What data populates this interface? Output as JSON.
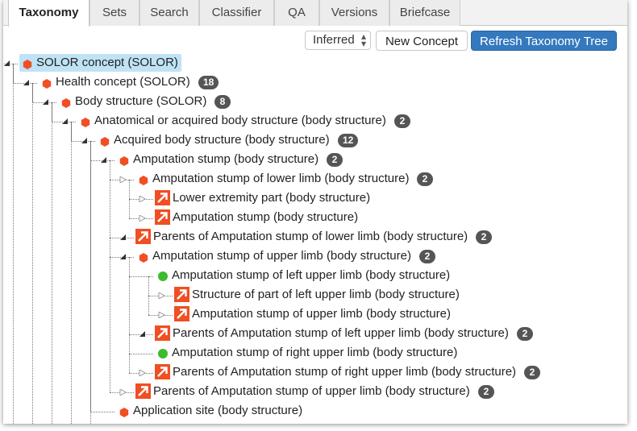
{
  "tabs": [
    {
      "label": "Taxonomy",
      "active": true
    },
    {
      "label": "Sets"
    },
    {
      "label": "Search"
    },
    {
      "label": "Classifier"
    },
    {
      "label": "QA"
    },
    {
      "label": "Versions"
    },
    {
      "label": "Briefcase"
    }
  ],
  "toolbar": {
    "view_select": "Inferred",
    "new_concept_label": "New Concept",
    "refresh_label": "Refresh Taxonomy Tree"
  },
  "colors": {
    "concept_icon": "#f04e23",
    "leaf_dot": "#3dbb2e",
    "badge": "#555555",
    "selected_bg": "#bfe3f5",
    "primary_button": "#3479be"
  },
  "tree": [
    {
      "label": "SOLOR concept (SOLOR)",
      "icon": "concept-hex-icon",
      "selected": true
    },
    {
      "label": "Health concept (SOLOR)",
      "icon": "concept-hex-icon",
      "badge": "18"
    },
    {
      "label": "Body structure (SOLOR)",
      "icon": "concept-hex-icon",
      "badge": "8"
    },
    {
      "label": "Anatomical or acquired body structure (body structure)",
      "icon": "concept-hex-icon",
      "badge": "2"
    },
    {
      "label": "Acquired body structure (body structure)",
      "icon": "concept-hex-icon",
      "badge": "12"
    },
    {
      "label": "Amputation stump (body structure)",
      "icon": "concept-hex-icon",
      "badge": "2"
    },
    {
      "label": "Amputation stump of lower limb (body structure)",
      "icon": "concept-hex-icon",
      "badge": "2"
    },
    {
      "label": "Lower extremity part (body structure)",
      "icon": "parent-arrow-icon"
    },
    {
      "label": "Amputation stump (body structure)",
      "icon": "parent-arrow-icon"
    },
    {
      "label": "Parents of Amputation stump of lower limb (body structure)",
      "icon": "parent-arrow-icon",
      "badge": "2"
    },
    {
      "label": "Amputation stump of upper limb (body structure)",
      "icon": "concept-hex-icon",
      "badge": "2"
    },
    {
      "label": "Amputation stump of left upper limb (body structure)",
      "icon": "leaf-dot-icon"
    },
    {
      "label": "Structure of part of left upper limb (body structure)",
      "icon": "parent-arrow-icon"
    },
    {
      "label": "Amputation stump of upper limb (body structure)",
      "icon": "parent-arrow-icon"
    },
    {
      "label": "Parents of Amputation stump of left upper limb (body structure)",
      "icon": "parent-arrow-icon",
      "badge": "2"
    },
    {
      "label": "Amputation stump of right upper limb (body structure)",
      "icon": "leaf-dot-icon"
    },
    {
      "label": "Parents of Amputation stump of right upper limb (body structure)",
      "icon": "parent-arrow-icon",
      "badge": "2"
    },
    {
      "label": "Parents of Amputation stump of upper limb (body structure)",
      "icon": "parent-arrow-icon",
      "badge": "2"
    },
    {
      "label": "Application site (body structure)",
      "icon": "concept-hex-icon"
    }
  ]
}
